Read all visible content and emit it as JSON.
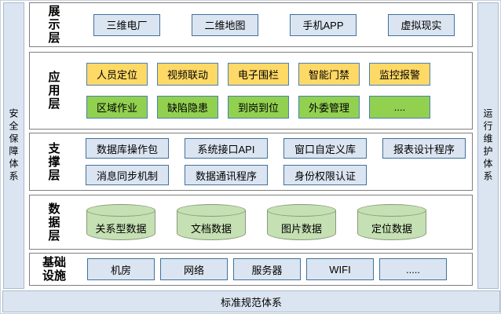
{
  "frame": {
    "left_axis": "安全保障体系",
    "right_axis": "运行维护体系",
    "bottom_axis": "标准规范体系"
  },
  "colors": {
    "strip_fill": "#dbe5f1",
    "strip_border": "#a9bacd",
    "panel_border": "#7f7f7f",
    "blue_box_fill": "#dbe5f1",
    "blue_box_border": "#41719c",
    "yellow_box_fill": "#ffd966",
    "green_box_fill": "#92d050",
    "colored_box_border": "#4a7ebc",
    "cylinder_fill": "#c5e0b3",
    "cylinder_border": "#8a9a7b",
    "text": "#000000"
  },
  "layers": [
    {
      "id": "presentation",
      "label": "展\n示\n层",
      "rows": [
        {
          "kind": "blue",
          "items": [
            "三维电厂",
            "二维地图",
            "手机APP",
            "虚拟现实"
          ]
        }
      ]
    },
    {
      "id": "application",
      "label": "应\n用\n层",
      "rows": [
        {
          "kind": "yellow",
          "items": [
            "人员定位",
            "视频联动",
            "电子围栏",
            "智能门禁",
            "监控报警"
          ]
        },
        {
          "kind": "green",
          "items": [
            "区域作业",
            "缺陷隐患",
            "到岗到位",
            "外委管理",
            "...."
          ]
        }
      ]
    },
    {
      "id": "support",
      "label": "支\n撑\n层",
      "rows": [
        {
          "kind": "blue",
          "items": [
            "数据库操作包",
            "系统接口API",
            "窗口自定义库",
            "报表设计程序"
          ]
        },
        {
          "kind": "blue",
          "items": [
            "消息同步机制",
            "数据通讯程序",
            "身份权限认证"
          ]
        }
      ]
    },
    {
      "id": "data",
      "label": "数\n据\n层",
      "rows": [
        {
          "kind": "cylinder",
          "items": [
            "关系型数据",
            "文档数据",
            "图片数据",
            "定位数据"
          ]
        }
      ]
    },
    {
      "id": "infrastructure",
      "label": "基础\n设施",
      "rows": [
        {
          "kind": "blue",
          "items": [
            "机房",
            "网络",
            "服务器",
            "WIFI",
            "....."
          ]
        }
      ]
    }
  ]
}
